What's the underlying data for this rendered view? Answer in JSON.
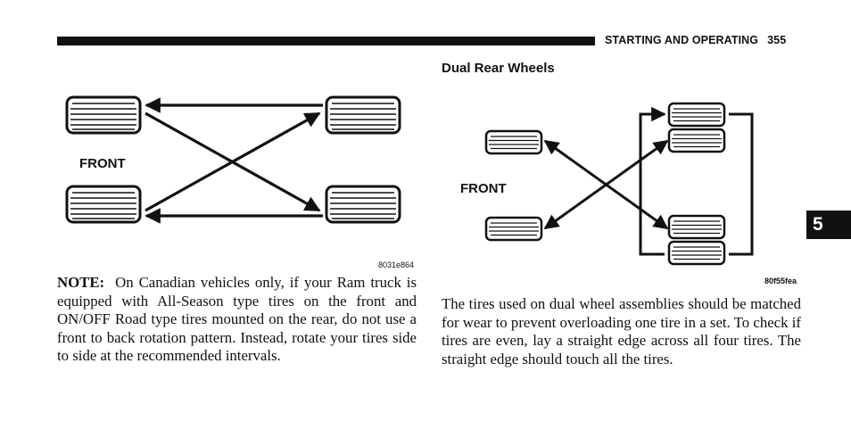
{
  "header": {
    "section": "STARTING AND OPERATING",
    "page_number": "355"
  },
  "chapter_tab": "5",
  "left_diagram": {
    "front_label": "FRONT",
    "figure_code": "8031e864"
  },
  "right_section": {
    "title": "Dual Rear Wheels"
  },
  "right_diagram": {
    "front_label": "FRONT",
    "figure_code": "80f55fea"
  },
  "note": {
    "label": "NOTE:",
    "text": "On Canadian vehicles only, if your Ram truck is equipped with All-Season type tires on the front and ON/OFF Road type tires mounted on the rear, do not use a front to back rotation pattern. Instead, rotate your tires side to side at the recommended intervals."
  },
  "dual_wheel_text": "The tires used on dual wheel assemblies should be matched for wear to prevent overloading one tire in a set. To check if tires are even, lay a straight edge across all four tires. The straight edge should touch all the tires."
}
